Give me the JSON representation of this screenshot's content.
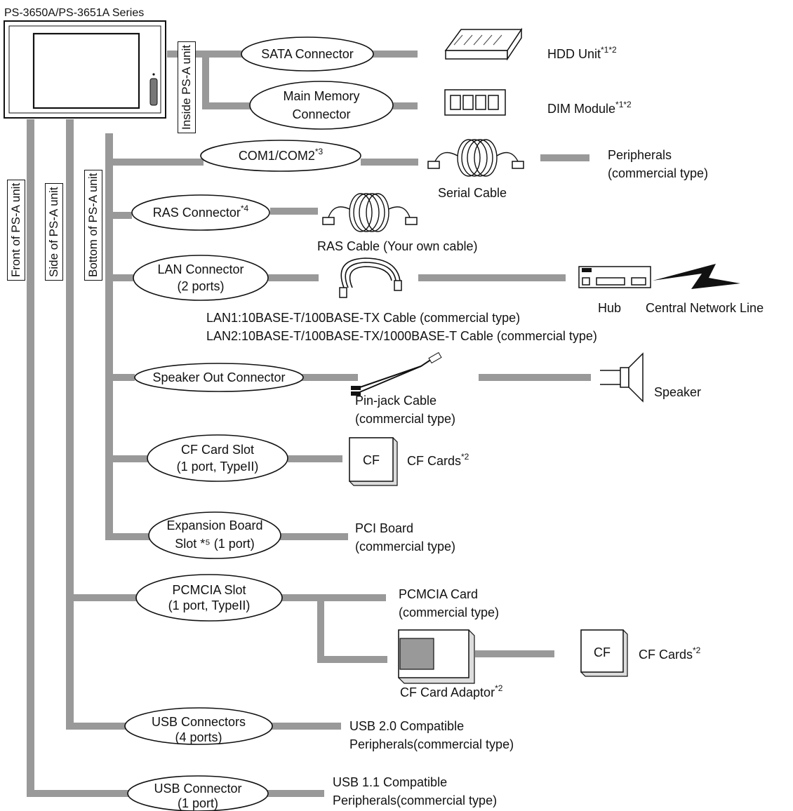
{
  "series_title": "PS-3650A/PS-3651A Series",
  "side_labels": {
    "inside": "Inside PS-A unit",
    "front": "Front of PS-A unit",
    "side": "Side of PS-A unit",
    "bottom": "Bottom of PS-A unit"
  },
  "connectors": {
    "sata": "SATA Connector",
    "main_memory_1": "Main Memory",
    "main_memory_2": "Connector",
    "com": "COM1/COM2",
    "com_note": "*3",
    "ras": "RAS Connector",
    "ras_note": "*4",
    "lan_1": "LAN Connector",
    "lan_2": "(2 ports)",
    "speaker": "Speaker Out Connector",
    "cf_1": "CF Card Slot",
    "cf_2": "(1 port, TypeII)",
    "exp_1": "Expansion Board",
    "exp_2": "Slot *⁵ (1 port)",
    "pcmcia_1": "PCMCIA Slot",
    "pcmcia_2": "(1 port, TypeII)",
    "usb4_1": "USB Connectors",
    "usb4_2": "(4 ports)",
    "usb1_1": "USB Connector",
    "usb1_2": "(1 port)"
  },
  "devices": {
    "hdd": "HDD Unit",
    "hdd_note": "*1*2",
    "dim": "DIM Module",
    "dim_note": "*1*2",
    "serial_cable": "Serial Cable",
    "peripherals_1": "Peripherals",
    "peripherals_2": "(commercial type)",
    "ras_cable": "RAS Cable (Your own cable)",
    "hub": "Hub",
    "central_network": "Central Network Line",
    "lan1_cable": "LAN1:10BASE-T/100BASE-TX Cable (commercial type)",
    "lan2_cable": "LAN2:10BASE-T/100BASE-TX/1000BASE-T Cable (commercial type)",
    "pinjack_1": "Pin-jack Cable",
    "pinjack_2": "(commercial type)",
    "speaker": "Speaker",
    "cf_box": "CF",
    "cf_cards": "CF Cards",
    "cf_cards_note": "*2",
    "pci_1": "PCI Board",
    "pci_2": "(commercial type)",
    "pcmcia_card_1": "PCMCIA Card",
    "pcmcia_card_2": "(commercial type)",
    "cf_adaptor": "CF Card Adaptor",
    "cf_adaptor_note": "*2",
    "cf_box2": "CF",
    "cf_cards2": "CF Cards",
    "cf_cards2_note": "*2",
    "usb20_1": "USB 2.0 Compatible",
    "usb20_2": "Peripherals(commercial type)",
    "usb11_1": "USB 1.1 Compatible",
    "usb11_2": "Peripherals(commercial type)"
  }
}
